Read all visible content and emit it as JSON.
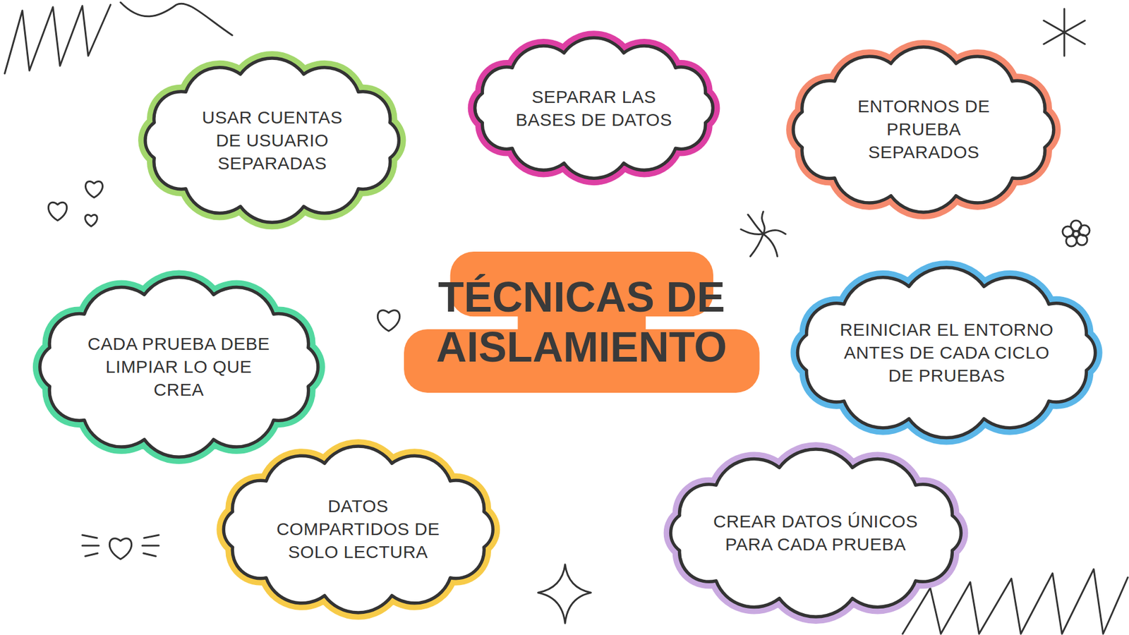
{
  "diagram": {
    "nodes": [
      {
        "text": [
          "USAR CUENTAS DE USUARIO SEPARADAS"
        ]
      },
      {
        "text": [
          "SEPARAR LAS BASES DE DATOS"
        ]
      },
      {
        "text": [
          "ENTORNOS DE PRUEBA SEPARADOS"
        ]
      },
      {
        "text": [
          "TÉCNICAS DE AISLAMIENTO"
        ]
      },
      {
        "text": [
          "CADA PRUEBA DEBE LIMPIAR LO QUE CREA"
        ]
      },
      {
        "text": [
          "REINICIAR EL ENTORNO ANTES DE CADA CICLO DE PRUEBAS"
        ]
      },
      {
        "text": [
          "DATOS COMPARTIDOS DE SOLO LECTURA"
        ]
      },
      {
        "text": [
          "CREAR DATOS ÚNICOS PARA CADA PRUEBA"
        ]
      }
    ]
  }
}
